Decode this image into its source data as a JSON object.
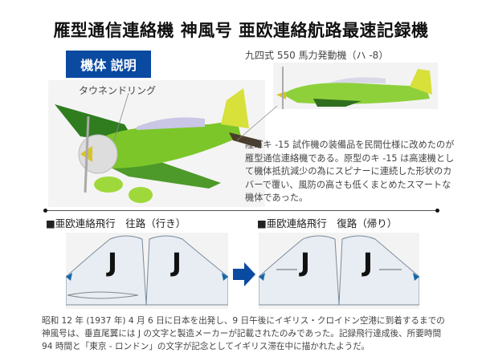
{
  "title": "雁型通信連絡機 神風号 亜欧連絡航路最速記録機",
  "badge": "機体 説明",
  "labels": {
    "cowling": "タウネンドリング",
    "engine": "九四式 550 馬力発動機（ハ -8）"
  },
  "description": "陸軍キ -15 試作機の装備品を民間仕様に改めたのが雁型通信連絡機である。原型のキ -15 は高速機として機体抵抗減少の為にスピナーに連続した形状のカバーで覆い、風防の高さも低くまとめたスマートな機体であった。",
  "sections": {
    "outbound": "■亜欧連絡飛行　往路（行き）",
    "return": "■亜欧連絡飛行　復路（帰り）"
  },
  "tail_letter": "J",
  "footer": "昭和 12 年 (1937 年) 4 月 6 日に日本を出発し、9 日午後にイギリス・クロイドン空港に到着するまでの神風号は、垂直尾翼には J の文字と製造メーカーが記載されたのみであった。記録飛行達成後、所要時間 94 時間と「東京 - ロンドン」の文字が記念としてイギリス滞在中に描かれたようだ。",
  "colors": {
    "accent": "#0a4aa0",
    "plane_green": "#7cc62a",
    "plane_yellow": "#d8e03a"
  }
}
